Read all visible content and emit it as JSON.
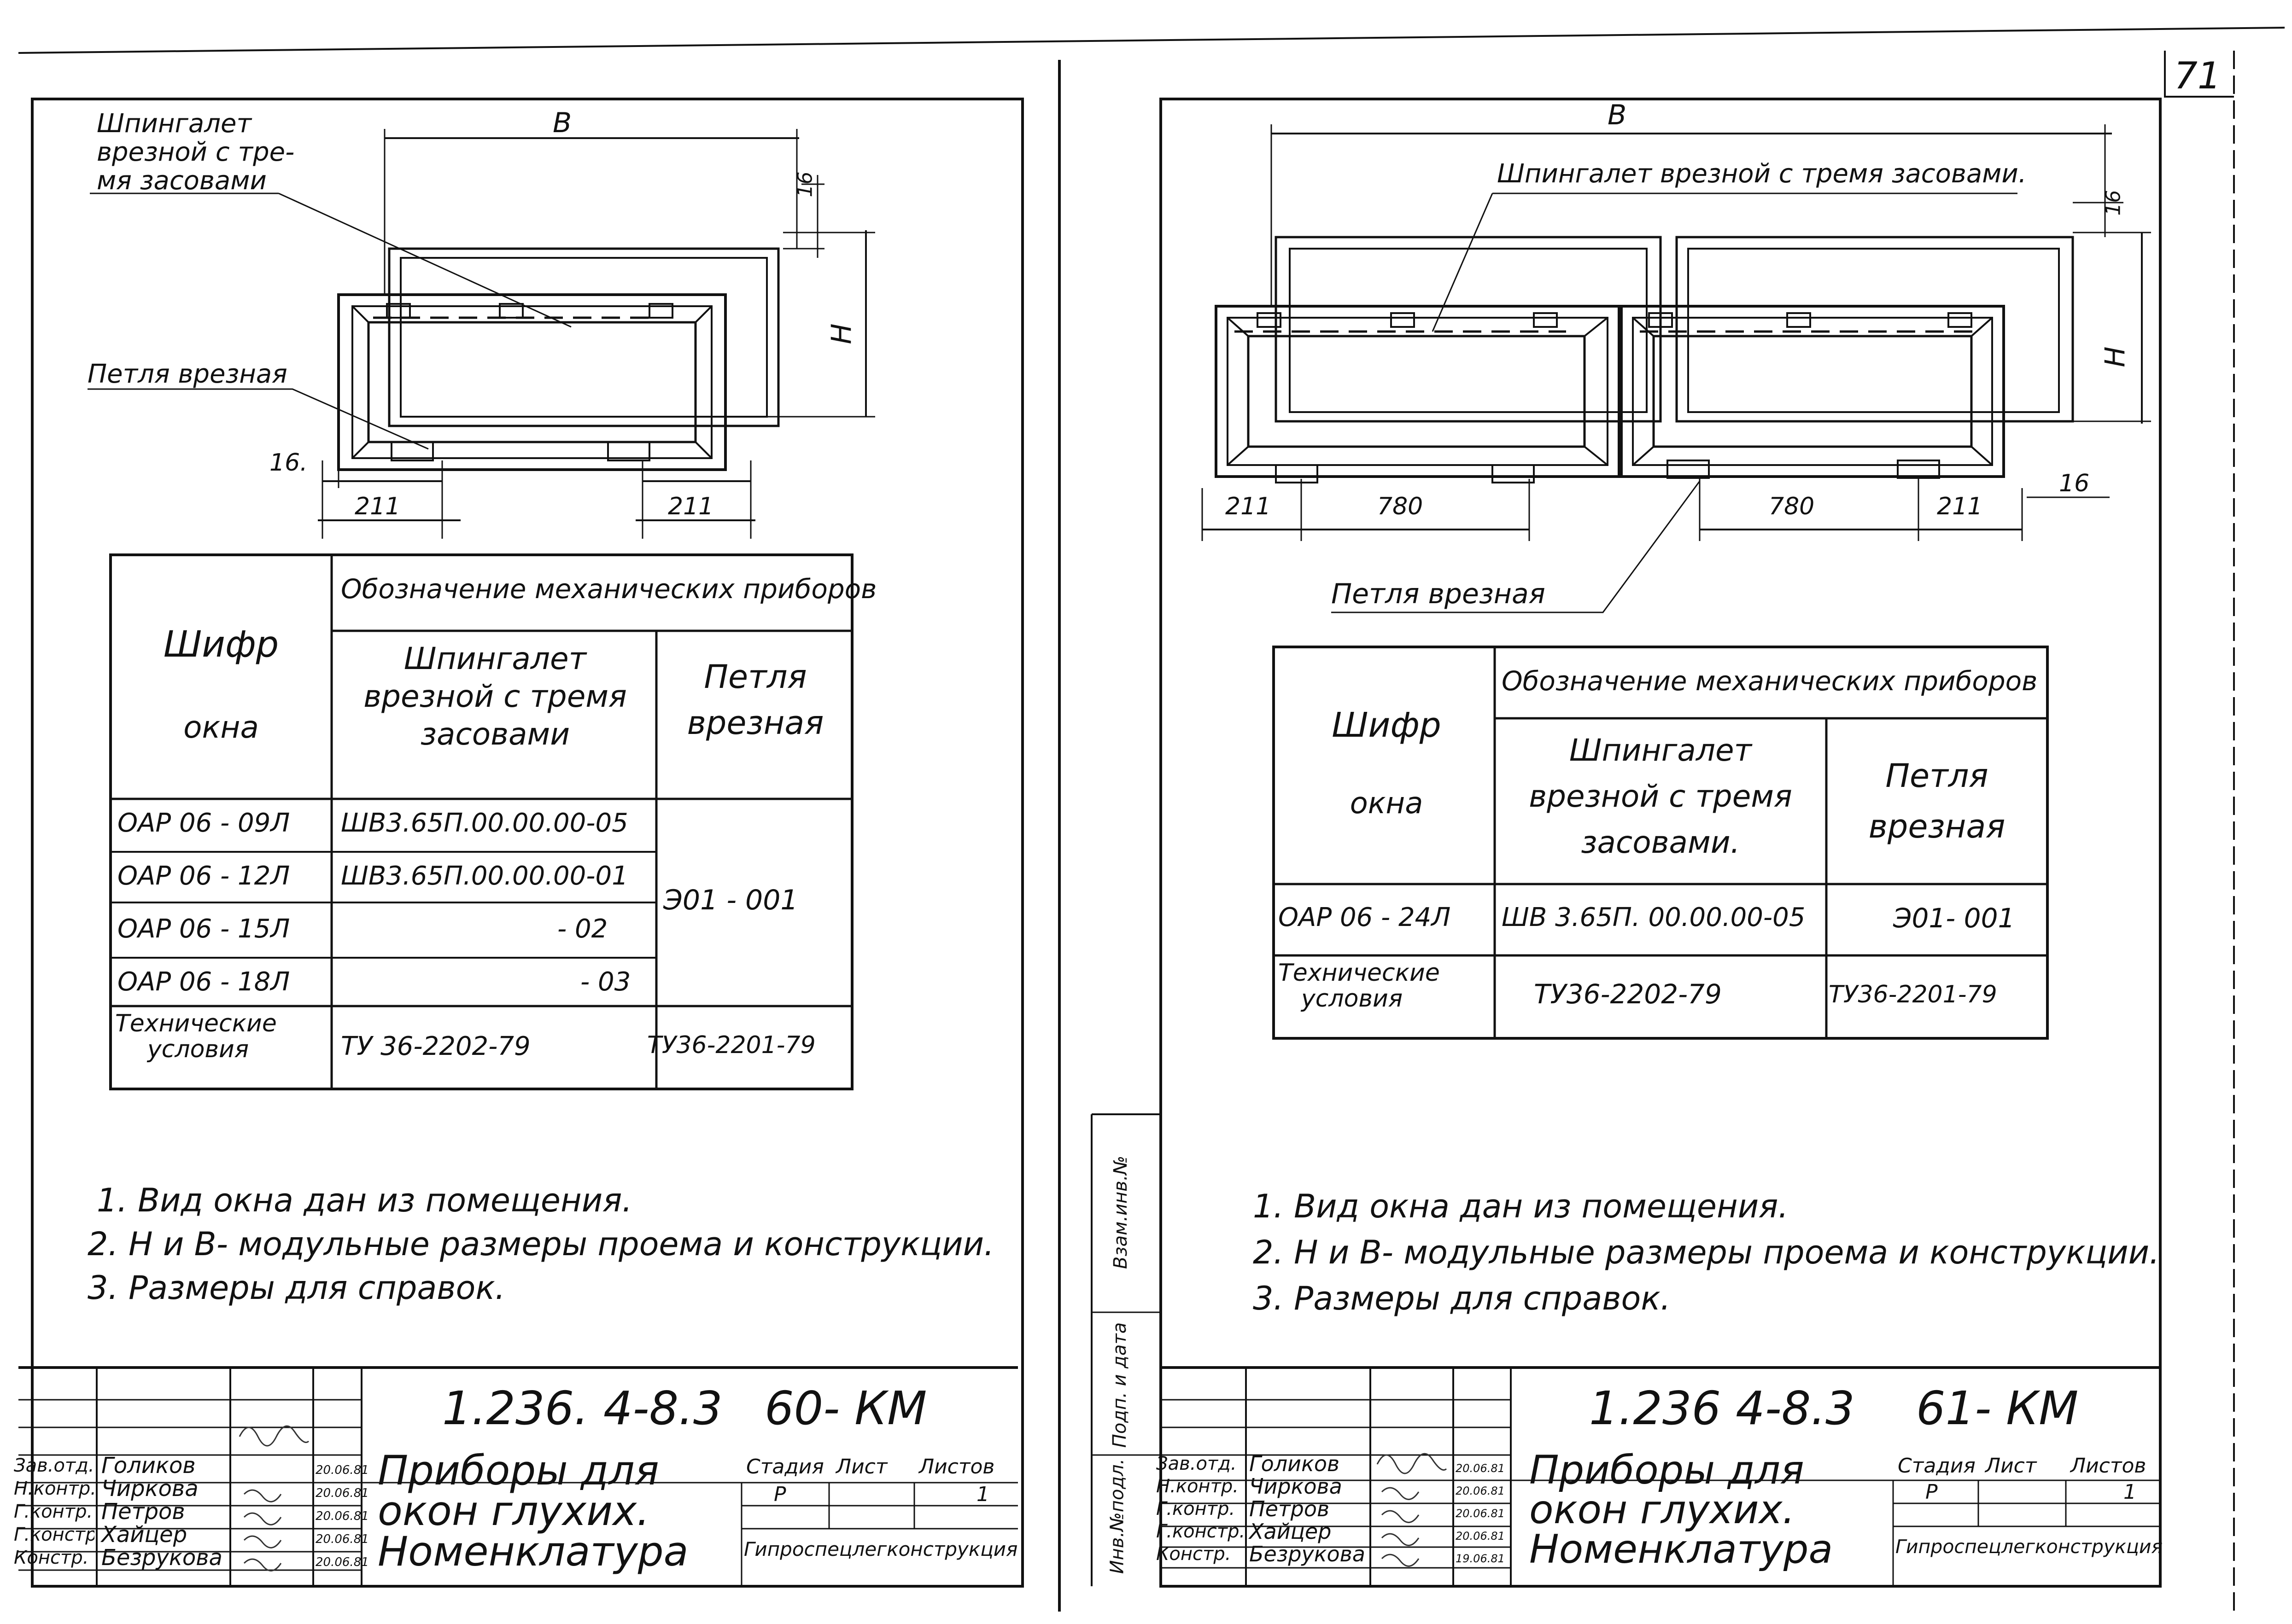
{
  "page_number": "71",
  "left_sheet": {
    "callout_espagnolette": [
      "Шпингалет",
      "врезной с тре-",
      "мя засовами"
    ],
    "callout_hinge": "Петля врезная",
    "dim_B": "В",
    "dim_H": "Н",
    "dim_16_top": "16",
    "dim_16_left": "16.",
    "dim_211_left": "211",
    "dim_211_right": "211",
    "table": {
      "col_code": [
        "Шифр",
        "окна"
      ],
      "col_group": "Обозначение механических приборов",
      "col_esp": [
        "Шпингалет",
        "врезной с тремя",
        "засовами"
      ],
      "col_hinge": [
        "Петля",
        "врезная"
      ],
      "rows": [
        {
          "code": "ОАР 06 - 09Л",
          "esp": "ШВ3.65П.00.00.00-05"
        },
        {
          "code": "ОАР 06 - 12Л",
          "esp": "ШВ3.65П.00.00.00-01"
        },
        {
          "code": "ОАР 06 - 15Л",
          "esp": "- 02"
        },
        {
          "code": "ОАР 06 - 18Л",
          "esp": "- 03"
        }
      ],
      "hinge_code": "Э01 - 001",
      "tech_label": [
        "Технические",
        "условия"
      ],
      "tech_esp": "ТУ 36-2202-79",
      "tech_hinge": "ТУ36-2201-79"
    },
    "notes": [
      "1. Вид окна дан из помещения.",
      "2. Н и В- модульные размеры проема и конструкции.",
      "3. Размеры для справок."
    ],
    "stamp": {
      "doc_code": "1.236. 4-8.3",
      "sheet_code": "60- КМ",
      "roles": [
        "Зав.отд.",
        "Н.контр.",
        "Г.контр.",
        "Г.констр.",
        "Констр."
      ],
      "names": [
        "Голиков",
        "Чиркова",
        "Петров",
        "Хайцер",
        "Безрукова"
      ],
      "dates": [
        "20.06.81",
        "20.06.81",
        "20.06.81",
        "20.06.81",
        "20.06.81"
      ],
      "title": [
        "Приборы для",
        "окон глухих.",
        "Номенклатура"
      ],
      "stage_label": "Стадия",
      "sheet_label": "Лист",
      "sheets_label": "Листов",
      "stage": "Р",
      "sheets": "1",
      "org": "Гипроспецлегконструкция"
    }
  },
  "right_sheet": {
    "callout_espagnolette": "Шпингалет врезной с тремя засовами.",
    "callout_hinge": "Петля врезная",
    "dim_B": "В",
    "dim_H": "Н",
    "dim_16_top": "16",
    "dim_16_right": "16",
    "dim_211_left": "211",
    "dim_780_left": "780",
    "dim_780_right": "780",
    "dim_211_right": "211",
    "table": {
      "col_code": [
        "Шифр",
        "окна"
      ],
      "col_group": "Обозначение механических приборов",
      "col_esp": [
        "Шпингалет",
        "врезной с тремя",
        "засовами."
      ],
      "col_hinge": [
        "Петля",
        "врезная"
      ],
      "row_code": "ОАР 06 - 24Л",
      "row_esp": "ШВ 3.65П. 00.00.00-05",
      "row_hinge": "Э01- 001",
      "tech_label": [
        "Технические",
        "условия"
      ],
      "tech_esp": "ТУ36-2202-79",
      "tech_hinge": "ТУ36-2201-79"
    },
    "notes": [
      "1. Вид окна дан из помещения.",
      "2. Н и В- модульные размеры проема и конструкции.",
      "3. Размеры для справок."
    ],
    "side_labels": [
      "Взам.инв.№",
      "Подп. и дата",
      "Инв.№подл."
    ],
    "stamp": {
      "doc_code": "1.236 4-8.3",
      "sheet_code": "61- КМ",
      "roles": [
        "Зав.отд.",
        "Н.контр.",
        "Г.контр.",
        "Г.констр.",
        "Констр."
      ],
      "names": [
        "Голиков",
        "Чиркова",
        "Петров",
        "Хайцер",
        "Безрукова"
      ],
      "dates": [
        "20.06.81",
        "20.06.81",
        "20.06.81",
        "20.06.81",
        "19.06.81"
      ],
      "title": [
        "Приборы для",
        "окон глухих.",
        "Номенклатура"
      ],
      "stage_label": "Стадия",
      "sheet_label": "Лист",
      "sheets_label": "Листов",
      "stage": "Р",
      "sheets": "1",
      "org": "Гипроспецлегконструкция"
    }
  }
}
